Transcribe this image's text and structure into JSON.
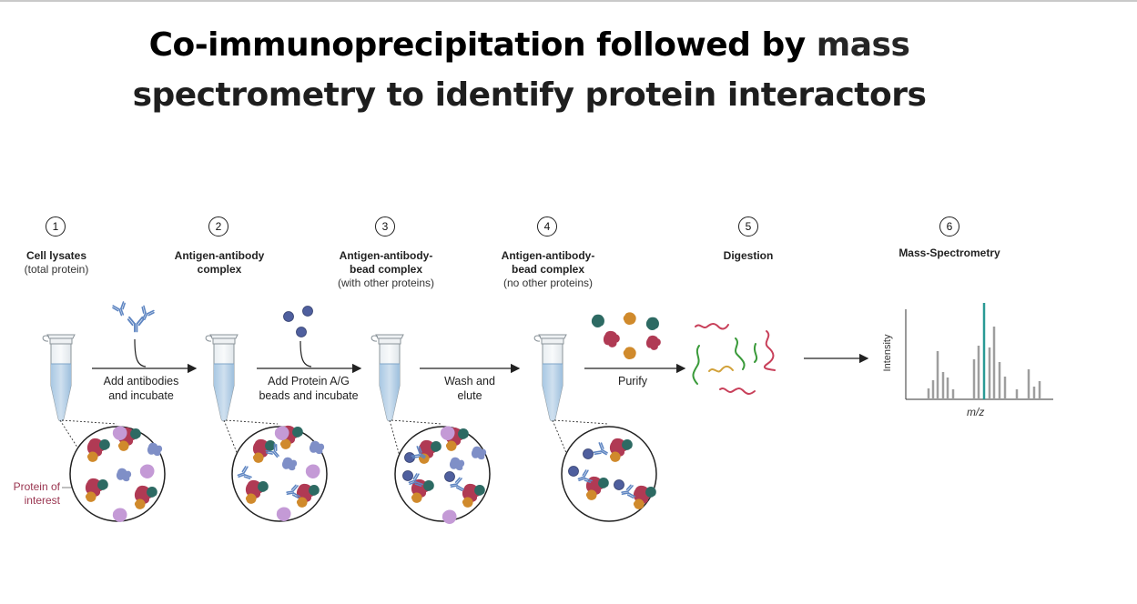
{
  "title": {
    "line1_part1": "Co-immunoprecipitation followed by ",
    "line1_part2": "mass",
    "line2": "spectrometry to identify protein interactors"
  },
  "steps": [
    {
      "number": "1",
      "title": "Cell lysates",
      "subtitle": "(total protein)"
    },
    {
      "number": "2",
      "title": "Antigen-antibody\ncomplex",
      "subtitle": ""
    },
    {
      "number": "3",
      "title": "Antigen-antibody-\nbead complex",
      "subtitle": "(with other proteins)"
    },
    {
      "number": "4",
      "title": "Antigen-antibody-\nbead complex",
      "subtitle": "(no other proteins)"
    },
    {
      "number": "5",
      "title": "Digestion",
      "subtitle": ""
    },
    {
      "number": "6",
      "title": "Mass-Spectrometry",
      "subtitle": ""
    }
  ],
  "arrows": [
    "Add antibodies\nand incubate",
    "Add Protein A/G\nbeads and incubate",
    "Wash and\nelute",
    "Purify"
  ],
  "protein_of_interest_label": "Protein of\ninterest",
  "ms_plot": {
    "xlabel": "m/z",
    "ylabel": "Intensity"
  },
  "colors": {
    "protein_of_interest": "#b03a54",
    "partner_teal": "#2d6a63",
    "partner_orange": "#d08a2c",
    "other_blue": "#7f8fc7",
    "other_lilac": "#c49ad6",
    "bead": "#4f5f9e",
    "antibody": "#5f86c2",
    "highlight_peak": "#2a9a95"
  }
}
